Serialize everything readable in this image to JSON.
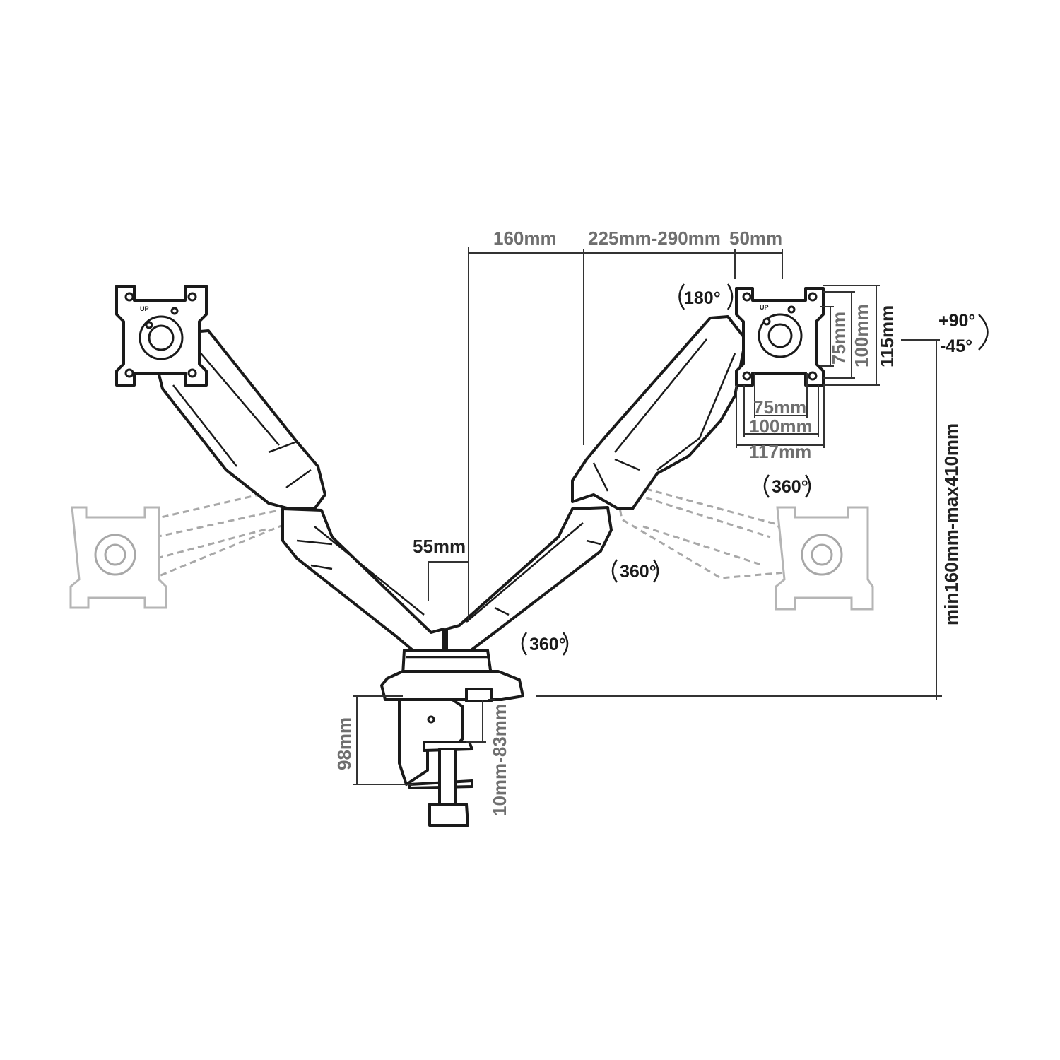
{
  "dimensions": {
    "reach_short": "160mm",
    "reach_long": "225mm-290mm",
    "offset": "50mm",
    "pole_gap": "55mm",
    "plate_height": "115mm",
    "vesa_h_100": "100mm",
    "vesa_h_75": "75mm",
    "vesa_w_75": "75mm",
    "vesa_w_100": "100mm",
    "plate_width": "117mm",
    "height_range": "min160mm-max410mm",
    "clamp_height": "98mm",
    "desk_thickness": "10mm-83mm"
  },
  "rotations": {
    "swivel_head": "180°",
    "tilt_up": "+90°",
    "tilt_down": "-45°",
    "rotate_head": "360°",
    "rotate_arm_upper": "360°",
    "rotate_arm_lower": "360°"
  },
  "plate_marks": {
    "up_label": "UP"
  }
}
